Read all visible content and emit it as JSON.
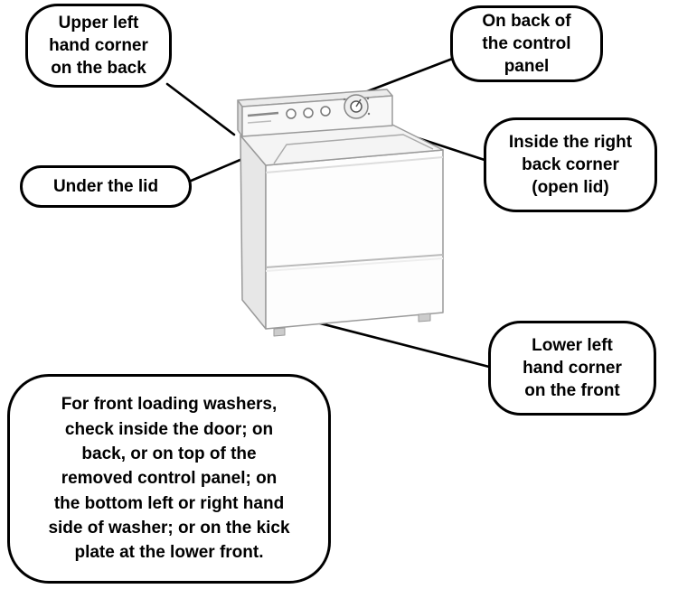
{
  "figure": {
    "callouts": {
      "upper_left_back": "Upper left\nhand corner\non the back",
      "on_back_control_panel": "On back of\nthe control\npanel",
      "under_the_lid": "Under the lid",
      "inside_right_back": "Inside the right\nback corner\n(open lid)",
      "lower_left_front": "Lower left\nhand corner\non the front",
      "front_loading_note": "For front loading washers,\ncheck inside the door; on\nback, or on top of the\nremoved control panel; on\nthe bottom left or right hand\nside of washer; or on the kick\nplate at the lower front."
    },
    "colors": {
      "bubble_border": "#000000",
      "bubble_background": "#ffffff",
      "connector_line": "#000000",
      "washer_outline": "#999999",
      "washer_body": "#fdfdfd"
    }
  }
}
